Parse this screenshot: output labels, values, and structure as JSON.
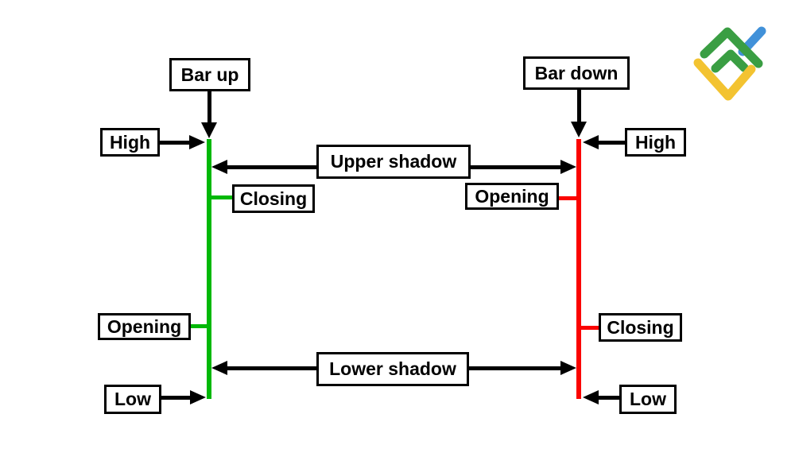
{
  "labels": {
    "bar_up": "Bar up",
    "bar_down": "Bar down",
    "high_left": "High",
    "high_right": "High",
    "low_left": "Low",
    "low_right": "Low",
    "closing_left": "Closing",
    "closing_right": "Closing",
    "opening_left": "Opening",
    "opening_right": "Opening",
    "upper_shadow": "Upper shadow",
    "lower_shadow": "Lower shadow"
  },
  "colors": {
    "page_background": "#ffffff",
    "box_background": "#ffffff",
    "box_border": "#000000",
    "arrow": "#000000",
    "bar_up": "#00b807",
    "bar_down": "#fb0300",
    "logo_green": "#3a9e43",
    "logo_yellow": "#f3c331",
    "logo_blue": "#4191d9"
  },
  "icons": {
    "logo": "brand-logo-chart-check-icon"
  }
}
